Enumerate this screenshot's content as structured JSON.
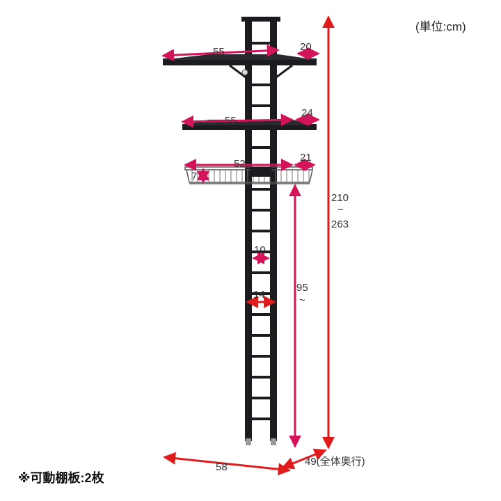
{
  "unit_label": "(単位:cm)",
  "footnote": "※可動棚板:2枚",
  "colors": {
    "frame": "#1c1c20",
    "accent": "#d4145a",
    "red": "#e01b1b",
    "text": "#333333"
  },
  "dimensions": {
    "top_shelf_width": "55",
    "top_shelf_depth": "20",
    "mid_shelf_width": "55",
    "mid_shelf_depth": "24",
    "basket_width": "52",
    "basket_depth": "21",
    "basket_height": "7",
    "height_range_top": "210",
    "height_range_sep": "~",
    "height_range_bottom": "263",
    "rung_spacing": "10",
    "ladder_width": "14",
    "basket_height_from_floor": "95",
    "basket_height_from_floor_sep": "~",
    "base_width": "58",
    "base_depth": "49(全体奥行)"
  }
}
